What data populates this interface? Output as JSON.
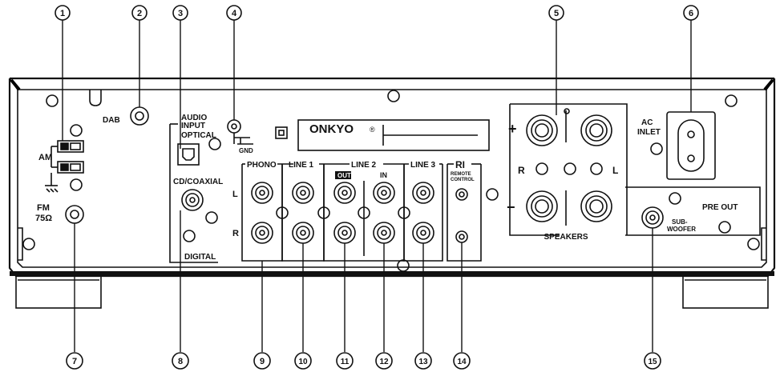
{
  "callouts": {
    "c1": "1",
    "c2": "2",
    "c3": "3",
    "c4": "4",
    "c5": "5",
    "c6": "6",
    "c7": "7",
    "c8": "8",
    "c9": "9",
    "c10": "10",
    "c11": "11",
    "c12": "12",
    "c13": "13",
    "c14": "14",
    "c15": "15"
  },
  "labels": {
    "dab": "DAB",
    "am": "AM",
    "fm": "FM",
    "fm_ohm": "75Ω",
    "audio_input": "AUDIO",
    "audio_input2": "INPUT",
    "optical": "OPTICAL",
    "gnd": "GND",
    "cd_coaxial": "CD/COAXIAL",
    "digital": "DIGITAL",
    "brand": "ONKYO",
    "brand_mark": "®",
    "phono": "PHONO",
    "line1": "LINE 1",
    "line2": "LINE 2",
    "line3": "LINE 3",
    "out": "OUT",
    "in": "IN",
    "ri": "RI",
    "remote": "REMOTE",
    "control": "CONTROL",
    "l": "L",
    "r": "R",
    "plus": "+",
    "minus": "−",
    "speakers": "SPEAKERS",
    "spk_r": "R",
    "spk_l": "L",
    "ac": "AC",
    "inlet": "INLET",
    "pre_out": "PRE OUT",
    "sub": "SUB-",
    "woofer": "WOOFER"
  },
  "colors": {
    "line": "#111111",
    "background": "#ffffff",
    "ground": "#000000"
  }
}
